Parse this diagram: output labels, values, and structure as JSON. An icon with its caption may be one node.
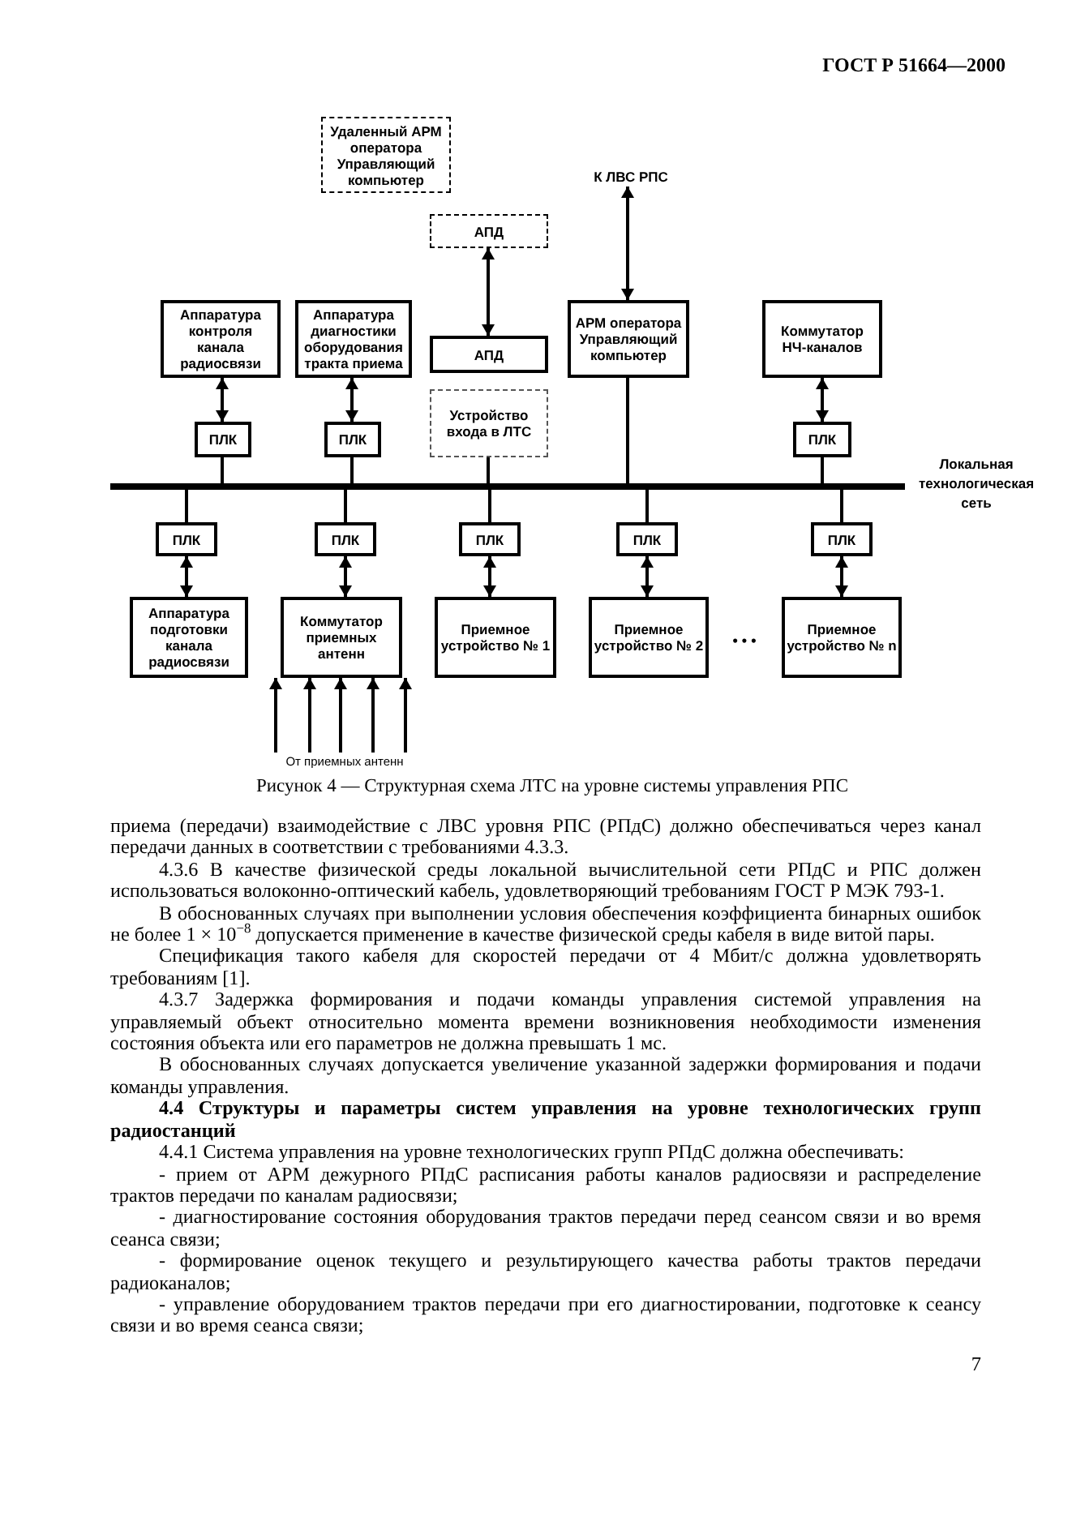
{
  "diagram": {
    "caption": "Рисунок 4 — Структурная схема ЛТС на уровне системы управления РПС",
    "nodes": [
      {
        "text": [
          "Удаленный АРМ оператора Управляющий компьютер"
        ]
      },
      {
        "text": [
          "АПД"
        ]
      },
      {
        "text": [
          "К ЛВС РПС"
        ]
      },
      {
        "text": [
          "Аппаратура контроля канала радиосвязи"
        ]
      },
      {
        "text": [
          "Аппаратура диагностики оборудования тракта приема"
        ]
      },
      {
        "text": [
          "АПД"
        ]
      },
      {
        "text": [
          "АРМ оператора Управляющий компьютер"
        ]
      },
      {
        "text": [
          "Коммутатор НЧ-каналов"
        ]
      },
      {
        "text": [
          "Устройство входа в ЛТС"
        ]
      },
      {
        "text": [
          "ПЛК"
        ]
      },
      {
        "text": [
          "ПЛК"
        ]
      },
      {
        "text": [
          "ПЛК"
        ]
      },
      {
        "text": [],
        "shape": "bar",
        "beside": [
          "Локальная технологическая сеть"
        ]
      },
      {
        "text": [
          "ПЛК"
        ]
      },
      {
        "text": [
          "ПЛК"
        ]
      },
      {
        "text": [
          "ПЛК"
        ]
      },
      {
        "text": [
          "ПЛК"
        ]
      },
      {
        "text": [
          "ПЛК"
        ]
      },
      {
        "text": [
          "Аппаратура подготовки канала радиосвязи"
        ]
      },
      {
        "text": [
          "Коммутатор приемных антенн"
        ]
      },
      {
        "text": [
          "Приемное устройство № 1"
        ]
      },
      {
        "text": [
          "Приемное устройство № 2"
        ]
      },
      {
        "text": [
          "Приемное устройство № n"
        ]
      },
      {
        "text": [
          "От приемных антенн"
        ]
      }
    ],
    "edges": [
      {
        "from": 1,
        "to": 5,
        "arrow": "both"
      },
      {
        "from": 6,
        "to": 2,
        "arrow": "both"
      },
      {
        "from": 3,
        "to": 9,
        "arrow": "both"
      },
      {
        "from": 4,
        "to": 10,
        "arrow": "both"
      },
      {
        "from": 7,
        "to": 11,
        "arrow": "both"
      },
      {
        "from": 9,
        "to": 12,
        "arrow": "none"
      },
      {
        "from": 10,
        "to": 12,
        "arrow": "none"
      },
      {
        "from": 8,
        "to": 12,
        "arrow": "none"
      },
      {
        "from": 6,
        "to": 12,
        "arrow": "none"
      },
      {
        "from": 11,
        "to": 12,
        "arrow": "none"
      },
      {
        "from": 12,
        "to": 13,
        "arrow": "none"
      },
      {
        "from": 12,
        "to": 14,
        "arrow": "none"
      },
      {
        "from": 12,
        "to": 15,
        "arrow": "none"
      },
      {
        "from": 12,
        "to": 16,
        "arrow": "none"
      },
      {
        "from": 12,
        "to": 17,
        "arrow": "none"
      },
      {
        "from": 13,
        "to": 18,
        "arrow": "both"
      },
      {
        "from": 14,
        "to": 19,
        "arrow": "both"
      },
      {
        "from": 15,
        "to": 20,
        "arrow": "both"
      },
      {
        "from": 16,
        "to": 21,
        "arrow": "both"
      },
      {
        "from": 17,
        "to": 22,
        "arrow": "both"
      },
      {
        "from": 23,
        "to": 19,
        "arrow": "to"
      },
      {
        "from": 23,
        "to": 19,
        "arrow": "to"
      },
      {
        "from": 23,
        "to": 19,
        "arrow": "to"
      },
      {
        "from": 23,
        "to": 19,
        "arrow": "to"
      },
      {
        "from": 23,
        "to": 19,
        "arrow": "to"
      }
    ],
    "labels": [
      "ГОСТ Р 51664—2000",
      "• • •",
      "приема (передачи) взаимодействие с ЛВС уровня РПС (РПдС) должно обеспечиваться через канал передачи данных в соответствии с требованиями 4.3.3.",
      "4.3.6 В качестве физической среды локальной вычислительной сети РПдС и РПС должен использоваться волоконно-оптический кабель, удовлетворяющий требованиям ГОСТ Р МЭК 793-1.",
      "В обоснованных случаях при выполнении условия обеспечения коэффициента бинарных ошибок не более 1 × 10$^{−8}$ допускается применение в качестве физической среды кабеля в виде витой пары.",
      "Спецификация такого кабеля для скоростей передачи от 4 Мбит/с должна удовлетворять требованиям [1].",
      "4.3.7 Задержка формирования и подачи команды управления системой управления на управляемый объект относительно момента времени возникновения необходимости изменения состояния объекта или его параметров не должна превышать 1 мс.",
      "В обоснованных случаях допускается увеличение указанной задержки формирования и подачи команды управления.",
      "4.4 Структуры и параметры систем управления на уровне технологических групп радиостанций",
      "4.4.1 Система управления на уровне технологических групп РПдС должна обеспечивать:",
      "- прием от АРМ дежурного РПдС расписания работы каналов радиосвязи и распределение трактов передачи по каналам радиосвязи;",
      "- диагностирование состояния оборудования трактов передачи перед сеансом связи и во время сеанса связи;",
      "- формирование оценок текущего и результирующего качества работы трактов передачи радиоканалов;",
      "- управление оборудованием трактов передачи при его диагностировании, подготовке к сеансу связи и во время сеанса связи;",
      "7"
    ]
  }
}
